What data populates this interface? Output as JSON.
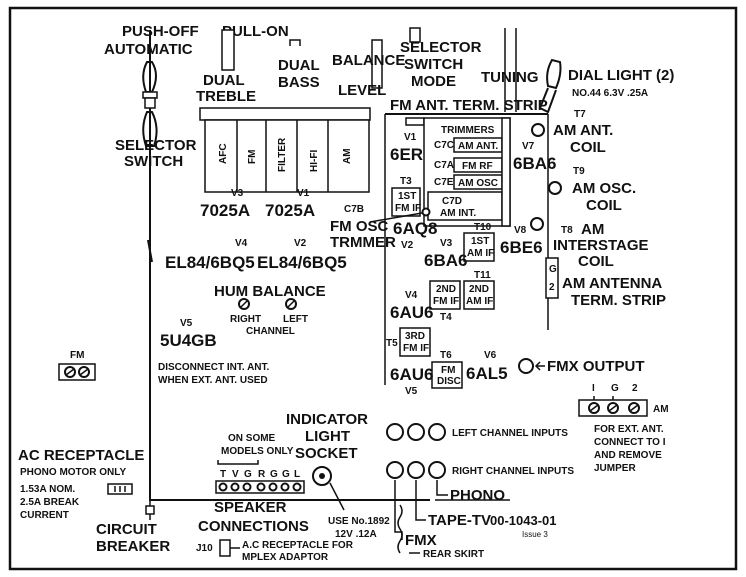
{
  "controls": {
    "push_off": "PUSH-OFF",
    "automatic": "AUTOMATIC",
    "pull_on": "PULL-ON",
    "dual_treble": [
      "DUAL",
      "TREBLE"
    ],
    "dual_bass": [
      "DUAL",
      "BASS"
    ],
    "balance_level": [
      "BALANCE",
      "LEVEL"
    ],
    "selector_switch_mode": [
      "SELECTOR",
      "SWITCH",
      "MODE"
    ],
    "tuning": "TUNING",
    "dial_light": "DIAL LIGHT (2)",
    "dial_light_spec": "NO.44  6.3V  .25A",
    "selector_switch": [
      "SELECTOR",
      "SWITCH"
    ]
  },
  "selector_positions": [
    "AFC",
    "FM",
    "FILTER",
    "HI-FI",
    "AM"
  ],
  "tubes": {
    "v3_left": {
      "ref": "V3",
      "type": "7025A"
    },
    "v1_left": {
      "ref": "V1",
      "type": "7025A"
    },
    "v4_left": {
      "ref": "V4",
      "type": "EL84/6BQ5"
    },
    "v2_left": {
      "ref": "V2",
      "type": "EL84/6BQ5"
    },
    "v5_left": {
      "ref": "V5",
      "type": "5U4GB"
    },
    "v1_rf": {
      "ref": "V1",
      "type": "6ER5"
    },
    "v2_osc": {
      "ref": "V2",
      "type": "6AQ8"
    },
    "v3_if": {
      "ref": "V3",
      "type": "6BA6"
    },
    "v4_if": {
      "ref": "V4",
      "type": "6AU6"
    },
    "v5_if": {
      "ref": "V5",
      "type": "6AU6"
    },
    "v6_disc": {
      "ref": "V6",
      "type": "6AL5"
    },
    "v7_am": {
      "ref": "V7",
      "type": "6BA6"
    },
    "v8_am": {
      "ref": "V8",
      "type": "6BE6"
    }
  },
  "hum_balance": {
    "title": "HUM BALANCE",
    "right": "RIGHT",
    "left": "LEFT",
    "channel": "CHANNEL"
  },
  "fm_tuner": {
    "ant_strip": "FM ANT. TERM. STRIP",
    "trimmers": "TRIMMERS",
    "c7c": "C7C",
    "c7a": "C7A",
    "c7e": "C7E",
    "am_ant": "AM ANT.",
    "fm_rf": "FM RF",
    "am_osc": "AM OSC",
    "c7d": "C7D",
    "am_int": "AM INT.",
    "t3": "T3",
    "if1": [
      "1ST",
      "FM IF"
    ],
    "c7b": "C7B",
    "fm_osc_trimmer": [
      "FM OSC",
      "TRMMER"
    ],
    "t10": "T10",
    "am_if1": [
      "1ST",
      "AM IF"
    ],
    "t11": "T11",
    "fm_if2": [
      "2ND",
      "FM IF"
    ],
    "am_if2": [
      "2ND",
      "AM IF"
    ],
    "t4": "T4",
    "t5": "T5",
    "fm_if3": [
      "3RD",
      "FM IF"
    ],
    "t6": "T6",
    "fm_disc": [
      "FM",
      "DISC"
    ]
  },
  "am_section": {
    "t7": "T7",
    "am_ant_coil": [
      "AM ANT.",
      "COIL"
    ],
    "t9": "T9",
    "am_osc_coil": [
      "AM OSC.",
      "COIL"
    ],
    "t8": "T8",
    "am_interstage": [
      "AM",
      "INTERSTAGE",
      "COIL"
    ],
    "ant_strip": [
      "AM ANTENNA",
      "TERM. STRIP"
    ],
    "g": "G",
    "two": "2"
  },
  "fmx_output": "FMX OUTPUT",
  "fm_terminal": {
    "label": "FM",
    "note": [
      "DISCONNECT INT. ANT.",
      "WHEN EXT. ANT. USED"
    ]
  },
  "am_terminal": {
    "terms": [
      "I",
      "G",
      "2"
    ],
    "label": "AM",
    "note": [
      "FOR EXT. ANT.",
      "CONNECT TO I",
      "AND REMOVE",
      "JUMPER"
    ]
  },
  "ac_receptacle": {
    "title": "AC RECEPTACLE",
    "note": "PHONO MOTOR ONLY",
    "nom": "1.53A NOM.",
    "break_current": [
      "2.5A BREAK",
      "CURRENT"
    ]
  },
  "some_models": [
    "ON SOME",
    "MODELS ONLY"
  ],
  "speaker_terms": [
    "T",
    "V",
    "G",
    "R",
    "G",
    "G",
    "L"
  ],
  "speaker_connections": [
    "SPEAKER",
    "CONNECTIONS"
  ],
  "circuit_breaker": [
    "CIRCUIT",
    "BREAKER"
  ],
  "j10": "J10",
  "mplex_note": [
    "A.C RECEPTACLE FOR",
    "MPLEX ADAPTOR"
  ],
  "indicator": {
    "title": [
      "INDICATOR",
      "LIGHT",
      "SOCKET"
    ],
    "use": [
      "USE No.1892",
      "12V  .12A"
    ]
  },
  "inputs": {
    "left": "LEFT CHANNEL INPUTS",
    "right": "RIGHT CHANNEL INPUTS",
    "phono": "PHONO",
    "tape_tv": "TAPE-TV",
    "fmx": "FMX",
    "rear_skirt": "REAR SKIRT"
  },
  "drawing_number": "00-1043-01",
  "issue": "Issue 3"
}
